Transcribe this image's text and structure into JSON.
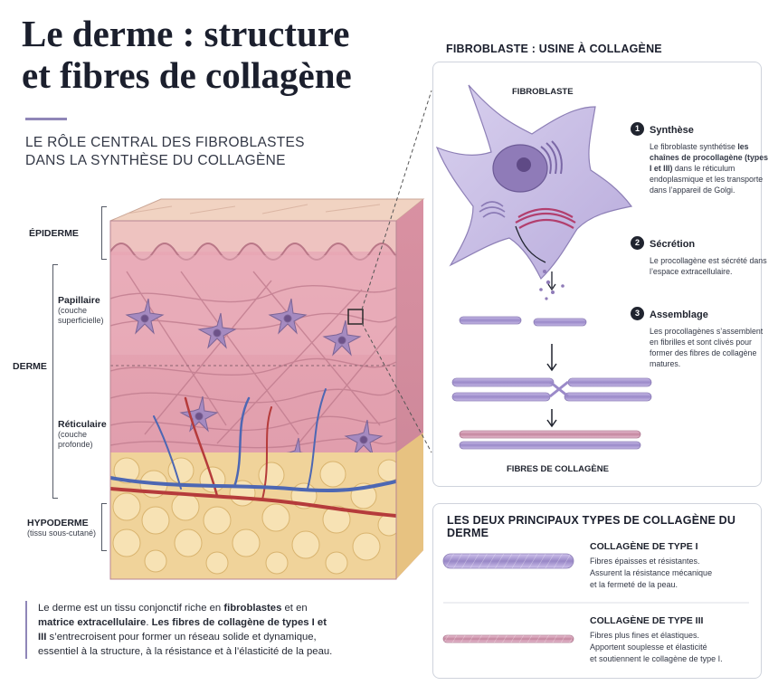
{
  "header": {
    "title_line1": "Le derme : structure",
    "title_line2": "et fibres de collagène",
    "subtitle_line1": "LE RÔLE CENTRAL DES FIBROBLASTES",
    "subtitle_line2": "DANS LA SYNTHÈSE DU COLLAGÈNE"
  },
  "layers": {
    "epiderme": "ÉPIDERME",
    "papillaire": "Papillaire",
    "papillaire_sub1": "(couche",
    "papillaire_sub2": "superficielle)",
    "derme": "DERME",
    "reticulaire": "Réticulaire",
    "reticulaire_sub1": "(couche",
    "reticulaire_sub2": "profonde)",
    "hypoderme": "HYPODERME",
    "hypoderme_sub": "(tissu sous-cutané)"
  },
  "intro": {
    "t1": "Le derme est un tissu conjonctif riche en ",
    "b1": "fibroblastes",
    "t2": " et en ",
    "b2": "matrice extracellulaire",
    "t3": ". ",
    "b3": "Les fibres de collagène de types I et III",
    "t4": " s’entrecroisent pour former un réseau solide et dynamique, essentiel à la structure, à la résistance et à l’élasticité de la peau."
  },
  "fibroblast_panel": {
    "header": "FIBROBLASTE : USINE À COLLAGÈNE",
    "cell_label": "FIBROBLASTE",
    "fibers_label": "FIBRES DE COLLAGÈNE",
    "steps": [
      {
        "num": "1",
        "title": "Synthèse",
        "desc_a": "Le fibroblaste synthétise ",
        "desc_b": "les chaînes de procollagène (types I et III)",
        "desc_c": " dans le réticulum endoplasmique et les transporte dans l’appareil de Golgi."
      },
      {
        "num": "2",
        "title": "Sécrétion",
        "desc_a": "Le procollagène est sécrété dans l’espace extracellulaire.",
        "desc_b": "",
        "desc_c": ""
      },
      {
        "num": "3",
        "title": "Assemblage",
        "desc_a": "Les procollagènes s’assemblent en fibrilles et sont clivés pour former des fibres de collagène matures.",
        "desc_b": "",
        "desc_c": ""
      }
    ]
  },
  "types_panel": {
    "header": "LES DEUX PRINCIPAUX TYPES DE COLLAGÈNE DU DERME",
    "type1": {
      "title": "COLLAGÈNE DE TYPE I",
      "line1": "Fibres épaisses et résistantes.",
      "line2": "Assurent la résistance mécanique",
      "line3": "et la fermeté de la peau."
    },
    "type3": {
      "title": "COLLAGÈNE DE TYPE III",
      "line1": "Fibres plus fines et élastiques.",
      "line2": "Apportent souplesse et élasticité",
      "line3": "et soutiennent le collagène de type I."
    }
  },
  "colors": {
    "collagen_type1": "#a89bd0",
    "collagen_type3": "#cf9bbb",
    "dermis": "#e9b5bf",
    "hypodermis": "#f1d59a",
    "artery": "#b53b3b",
    "vein": "#4d67b3"
  }
}
